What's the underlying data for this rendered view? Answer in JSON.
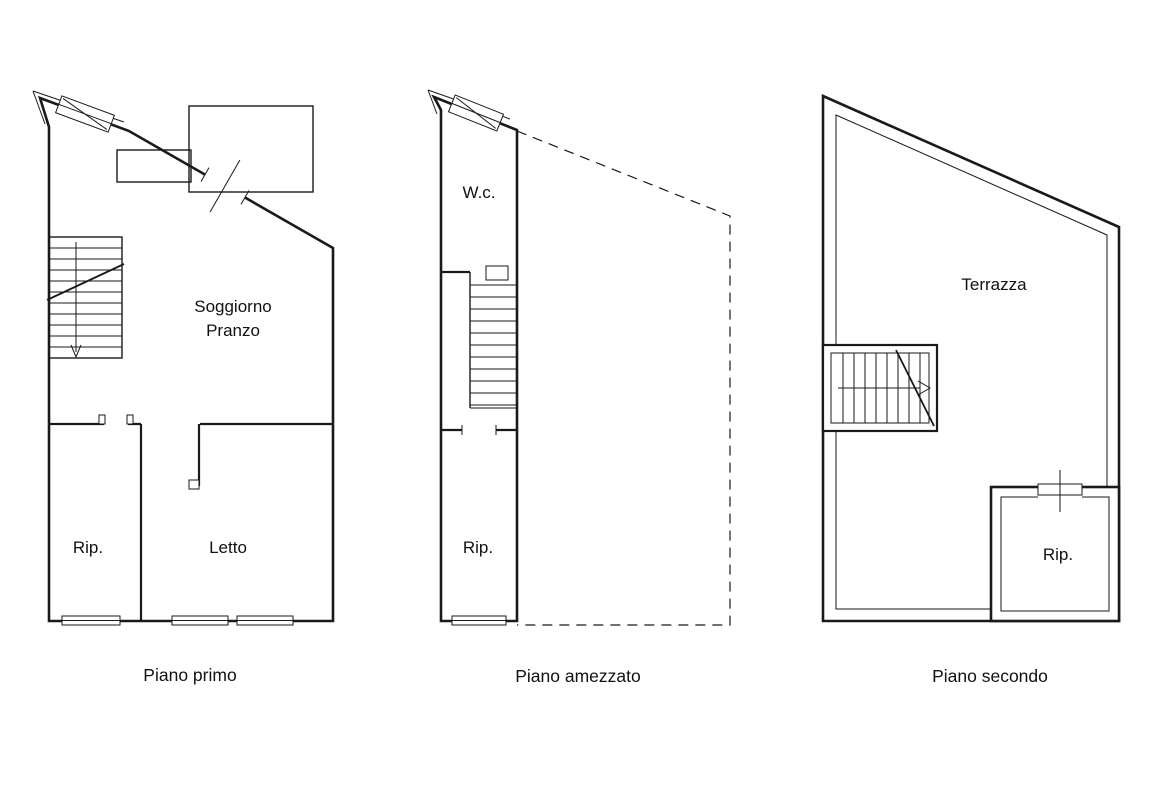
{
  "style": {
    "background": "#ffffff",
    "line_color": "#1a1a1a",
    "text_color": "#111111"
  },
  "plans": {
    "piano_primo": {
      "caption": "Piano primo",
      "rooms": {
        "soggiorno_pranzo": [
          "Soggiorno",
          "Pranzo"
        ],
        "rip": "Rip.",
        "letto": "Letto"
      }
    },
    "piano_amezzato": {
      "caption": "Piano amezzato",
      "rooms": {
        "wc": "W.c.",
        "rip": "Rip."
      }
    },
    "piano_secondo": {
      "caption": "Piano secondo",
      "rooms": {
        "terrazza": "Terrazza",
        "rip": "Rip."
      }
    }
  }
}
